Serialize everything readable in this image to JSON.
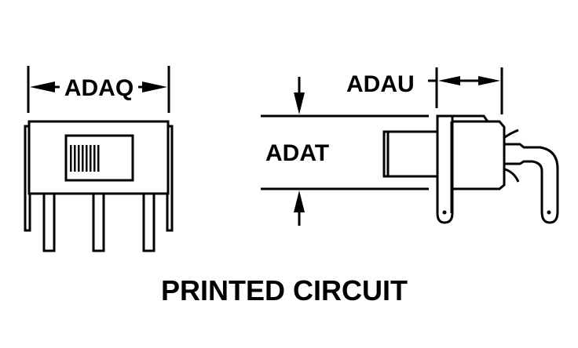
{
  "diagram": {
    "caption": "PRINTED CIRCUIT",
    "dimensions": {
      "width_label": "ADAQ",
      "height_label": "ADAT",
      "depth_label": "ADAU"
    },
    "colors": {
      "ink": "#000000",
      "background": "#ffffff"
    }
  }
}
